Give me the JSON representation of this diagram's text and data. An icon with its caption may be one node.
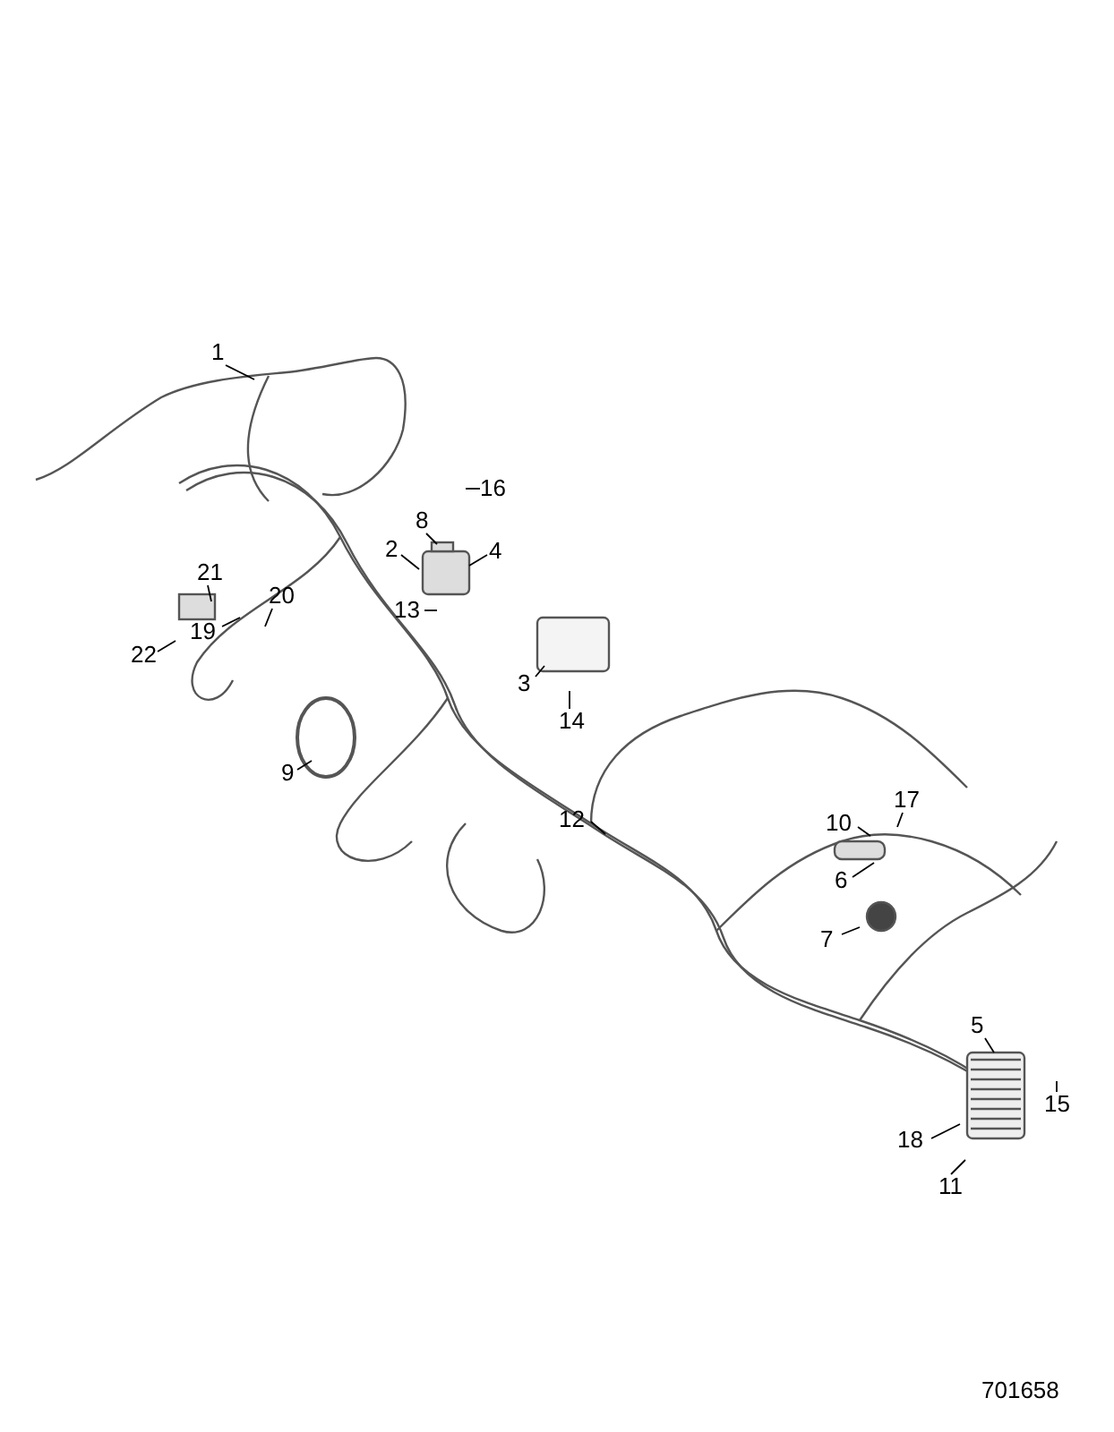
{
  "diagram": {
    "nodes": [
      {
        "text": [
          "1"
        ]
      },
      {
        "text": [
          "16"
        ]
      },
      {
        "text": [
          "8"
        ]
      },
      {
        "text": [
          "2"
        ]
      },
      {
        "text": [
          "4"
        ]
      },
      {
        "text": [
          "21"
        ]
      },
      {
        "text": [
          "20"
        ]
      },
      {
        "text": [
          "19"
        ]
      },
      {
        "text": [
          "22"
        ]
      },
      {
        "text": [
          "13"
        ]
      },
      {
        "text": [
          "3"
        ]
      },
      {
        "text": [
          "14"
        ]
      },
      {
        "text": [
          "9"
        ]
      },
      {
        "text": [
          "12"
        ]
      },
      {
        "text": [
          "17"
        ]
      },
      {
        "text": [
          "10"
        ]
      },
      {
        "text": [
          "6"
        ]
      },
      {
        "text": [
          "7"
        ]
      },
      {
        "text": [
          "5"
        ]
      },
      {
        "text": [
          "15"
        ]
      },
      {
        "text": [
          "18"
        ]
      },
      {
        "text": [
          "11"
        ]
      }
    ],
    "edges": [
      {
        "from": 0,
        "to": null,
        "arrow": "none"
      },
      {
        "from": 1,
        "to": null,
        "arrow": "none"
      },
      {
        "from": 2,
        "to": null,
        "arrow": "none"
      },
      {
        "from": 3,
        "to": null,
        "arrow": "none"
      },
      {
        "from": 4,
        "to": null,
        "arrow": "none"
      },
      {
        "from": 5,
        "to": null,
        "arrow": "none"
      },
      {
        "from": 6,
        "to": null,
        "arrow": "none"
      },
      {
        "from": 7,
        "to": null,
        "arrow": "none"
      },
      {
        "from": 8,
        "to": null,
        "arrow": "none"
      },
      {
        "from": 9,
        "to": null,
        "arrow": "none"
      },
      {
        "from": 10,
        "to": null,
        "arrow": "none"
      },
      {
        "from": 11,
        "to": null,
        "arrow": "none"
      },
      {
        "from": 12,
        "to": null,
        "arrow": "none"
      },
      {
        "from": 13,
        "to": null,
        "arrow": "none"
      },
      {
        "from": 14,
        "to": null,
        "arrow": "none"
      },
      {
        "from": 15,
        "to": null,
        "arrow": "none"
      },
      {
        "from": 16,
        "to": null,
        "arrow": "none"
      },
      {
        "from": 17,
        "to": null,
        "arrow": "none"
      },
      {
        "from": 18,
        "to": null,
        "arrow": "none"
      },
      {
        "from": 19,
        "to": null,
        "arrow": "none"
      },
      {
        "from": 20,
        "to": null,
        "arrow": "none"
      },
      {
        "from": 21,
        "to": null,
        "arrow": "none"
      }
    ],
    "labels": [
      "701658"
    ]
  }
}
